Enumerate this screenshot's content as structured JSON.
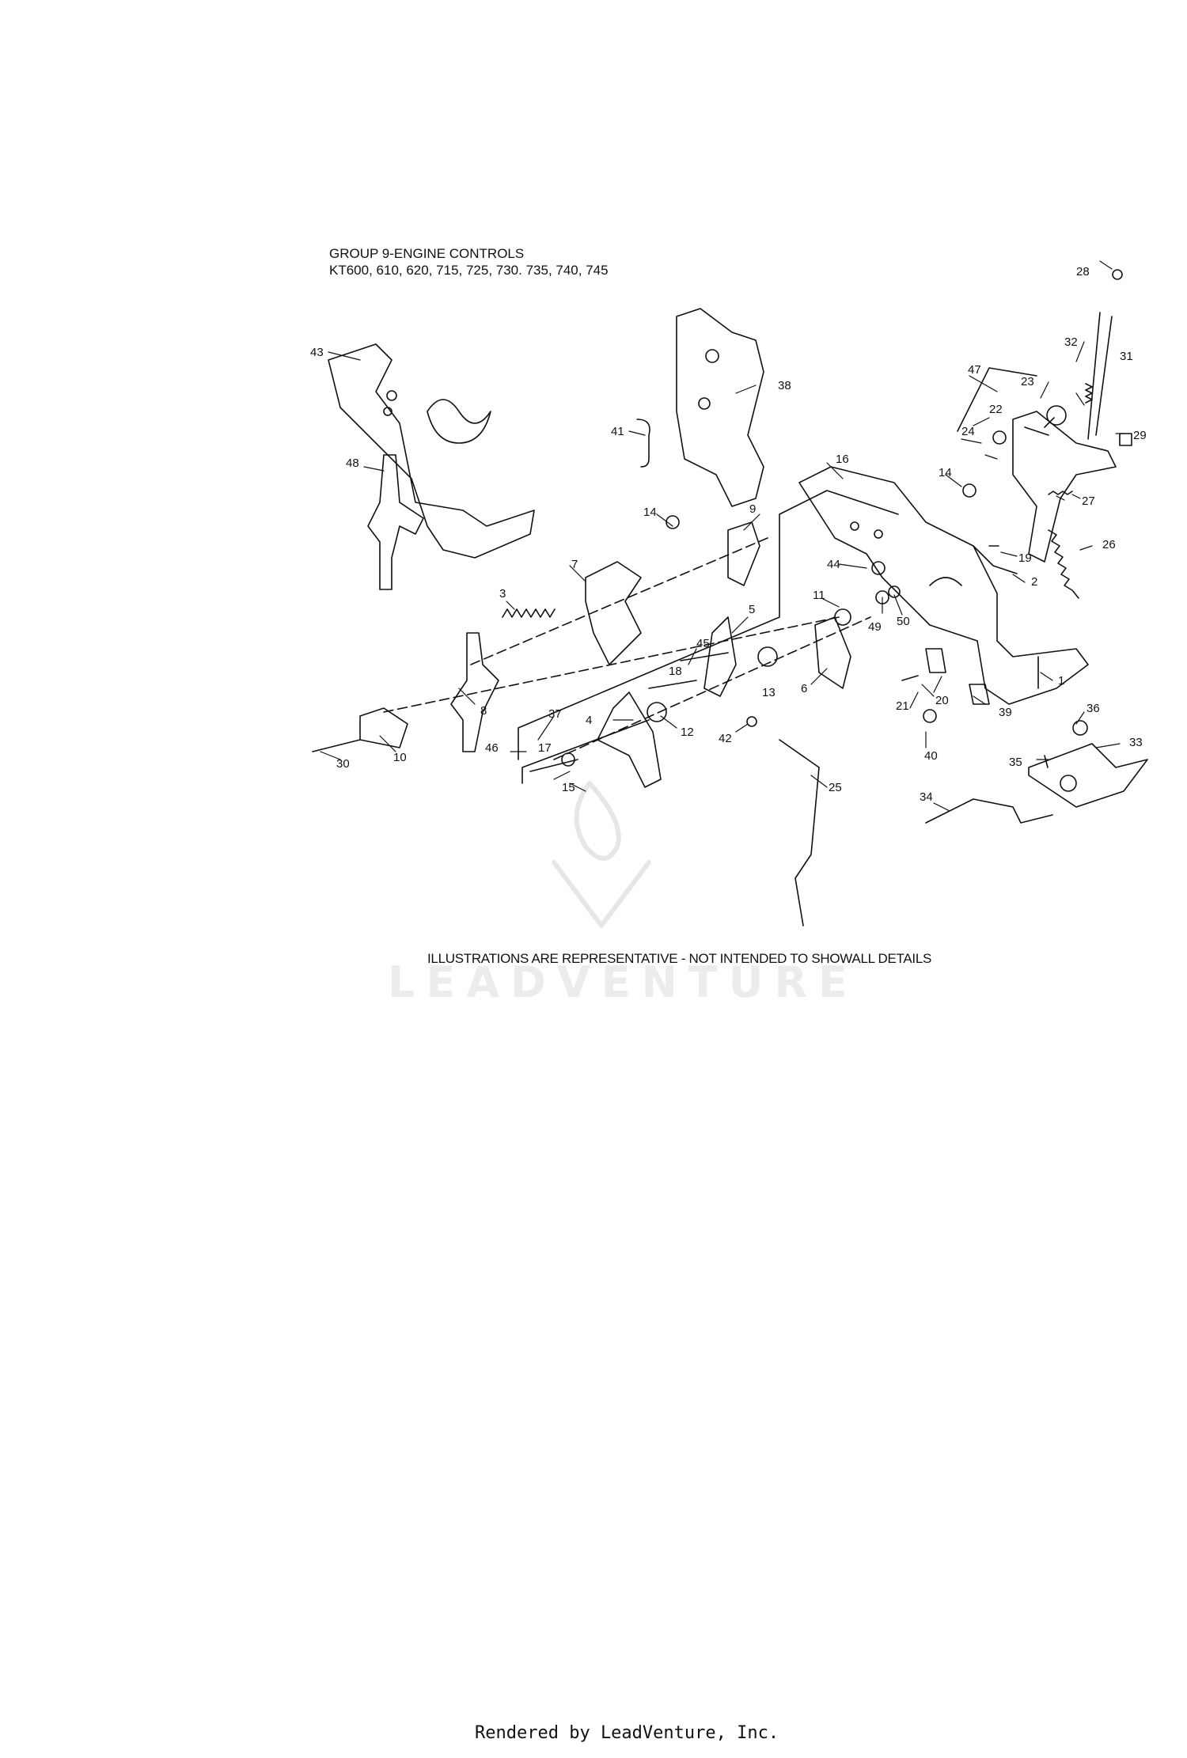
{
  "header": {
    "title_line1": "GROUP 9-ENGINE CONTROLS",
    "title_line2": "KT600, 610, 620, 715, 725, 730. 735, 740, 745"
  },
  "diagram": {
    "callouts": [
      "1",
      "2",
      "3",
      "4",
      "5",
      "6",
      "7",
      "8",
      "9",
      "10",
      "11",
      "12",
      "13",
      "14",
      "14",
      "15",
      "16",
      "17",
      "18",
      "19",
      "20",
      "21",
      "22",
      "23",
      "24",
      "25",
      "26",
      "27",
      "28",
      "29",
      "30",
      "31",
      "32",
      "33",
      "34",
      "35",
      "36",
      "37",
      "38",
      "39",
      "40",
      "41",
      "42",
      "43",
      "44",
      "45",
      "46",
      "47",
      "48",
      "49",
      "50"
    ]
  },
  "note": "ILLUSTRATIONS ARE REPRESENTATIVE - NOT INTENDED TO SHOWALL DETAILS",
  "watermark": "LEADVENTURE",
  "footer": "Rendered by LeadVenture, Inc.",
  "colors": {
    "line": "#111111",
    "watermark": "#ececec",
    "background": "#ffffff"
  }
}
